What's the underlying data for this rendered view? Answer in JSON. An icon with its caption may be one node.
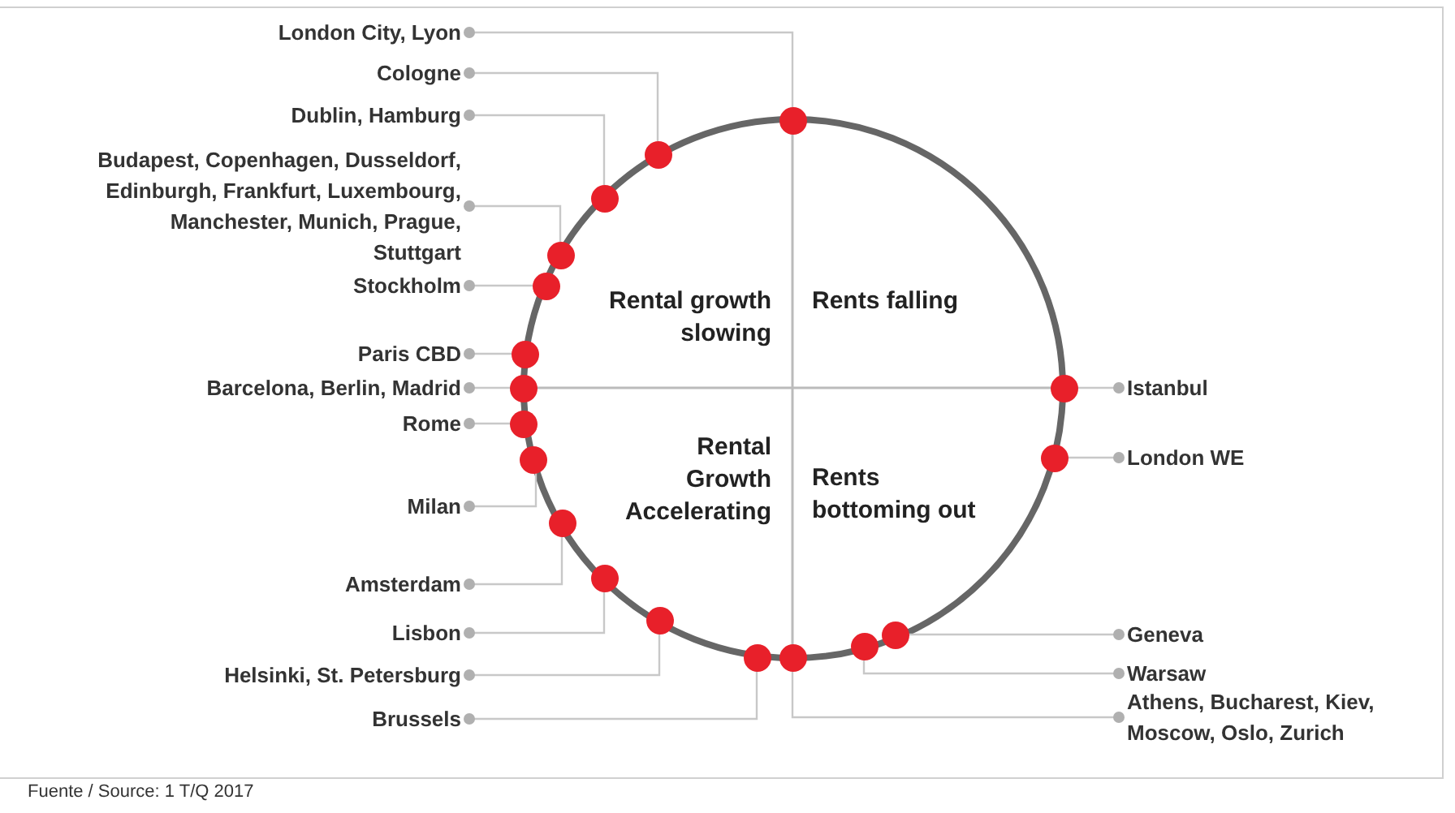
{
  "diagram": {
    "caption": "Fuente / Source: 1 T/Q 2017",
    "nodes": [
      {
        "text": [
          "London City, Lyon"
        ]
      },
      {
        "text": [
          "Cologne"
        ]
      },
      {
        "text": [
          "Dublin, Hamburg"
        ]
      },
      {
        "text": [
          "Budapest, Copenhagen, Dusseldorf, Edinburgh, Frankfurt, Luxembourg, Manchester, Munich, Prague, Stuttgart"
        ]
      },
      {
        "text": [
          "Stockholm"
        ]
      },
      {
        "text": [
          "Paris CBD"
        ]
      },
      {
        "text": [
          "Barcelona, Berlin, Madrid"
        ]
      },
      {
        "text": [
          "Rome"
        ]
      },
      {
        "text": [
          "Milan"
        ]
      },
      {
        "text": [
          "Amsterdam"
        ]
      },
      {
        "text": [
          "Lisbon"
        ]
      },
      {
        "text": [
          "Helsinki, St. Petersburg"
        ]
      },
      {
        "text": [
          "Brussels"
        ]
      },
      {
        "text": [
          "Istanbul"
        ]
      },
      {
        "text": [
          "London WE"
        ]
      },
      {
        "text": [
          "Geneva"
        ]
      },
      {
        "text": [
          "Warsaw"
        ]
      },
      {
        "text": [
          "Athens, Bucharest, Kiev, Moscow, Oslo, Zurich"
        ]
      },
      {
        "text": [],
        "shape": "circle"
      },
      {
        "text": [],
        "shape": "circle"
      },
      {
        "text": [],
        "shape": "circle"
      },
      {
        "text": [],
        "shape": "circle"
      },
      {
        "text": [],
        "shape": "circle"
      },
      {
        "text": [],
        "shape": "circle"
      },
      {
        "text": [],
        "shape": "circle"
      },
      {
        "text": [],
        "shape": "circle"
      },
      {
        "text": [],
        "shape": "circle"
      },
      {
        "text": [],
        "shape": "circle"
      },
      {
        "text": [],
        "shape": "circle"
      },
      {
        "text": [],
        "shape": "circle"
      },
      {
        "text": [],
        "shape": "circle"
      },
      {
        "text": [],
        "shape": "circle"
      },
      {
        "text": [],
        "shape": "circle"
      },
      {
        "text": [],
        "shape": "circle"
      },
      {
        "text": [],
        "shape": "circle"
      },
      {
        "text": [],
        "shape": "circle"
      }
    ],
    "edges": [
      {
        "from": 0,
        "to": 18,
        "arrow": "other"
      },
      {
        "from": 1,
        "to": 19,
        "arrow": "other"
      },
      {
        "from": 2,
        "to": 20,
        "arrow": "other"
      },
      {
        "from": 3,
        "to": 21,
        "arrow": "other"
      },
      {
        "from": 4,
        "to": 22,
        "arrow": "other"
      },
      {
        "from": 5,
        "to": 23,
        "arrow": "other"
      },
      {
        "from": 6,
        "to": 24,
        "arrow": "other"
      },
      {
        "from": 7,
        "to": 25,
        "arrow": "other"
      },
      {
        "from": 8,
        "to": 26,
        "arrow": "other"
      },
      {
        "from": 9,
        "to": 27,
        "arrow": "other"
      },
      {
        "from": 10,
        "to": 28,
        "arrow": "other"
      },
      {
        "from": 11,
        "to": 29,
        "arrow": "other"
      },
      {
        "from": 12,
        "to": 30,
        "arrow": "other"
      },
      {
        "from": 13,
        "to": 31,
        "arrow": "other"
      },
      {
        "from": 14,
        "to": 32,
        "arrow": "other"
      },
      {
        "from": 15,
        "to": 33,
        "arrow": "other"
      },
      {
        "from": 16,
        "to": 34,
        "arrow": "other"
      },
      {
        "from": 17,
        "to": 35,
        "arrow": "other"
      }
    ],
    "labels": [
      "Rental growth slowing",
      "Rents falling",
      "Rental Growth Accelerating",
      "Rents bottoming out"
    ]
  }
}
